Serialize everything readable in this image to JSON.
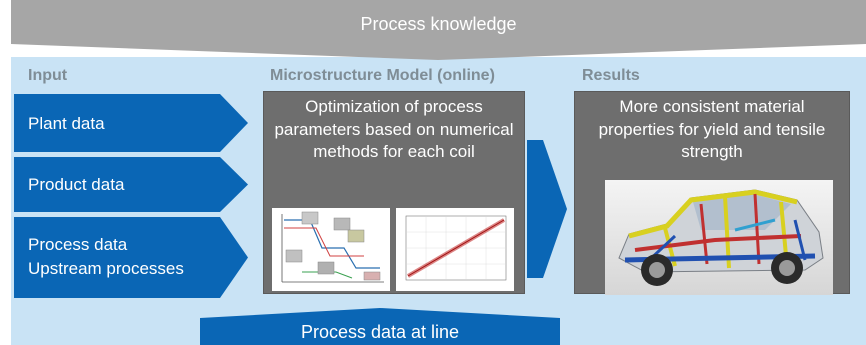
{
  "banner": {
    "text": "Process knowledge"
  },
  "columns": {
    "input": "Input",
    "model": "Microstructure Model (online)",
    "results": "Results"
  },
  "inputs": [
    {
      "label": "Plant data"
    },
    {
      "label": "Product data"
    },
    {
      "label": "Process data\nUpstream processes"
    }
  ],
  "model": {
    "text": "Optimization of process parameters based on numerical methods for each coil"
  },
  "results": {
    "text": "More consistent material properties for yield and tensile strength"
  },
  "bottom": {
    "text": "Process data at line"
  },
  "colors": {
    "arrow_blue": "#0a66b5",
    "box_gray": "#6e6e6e",
    "panel": "#c9e3f5",
    "banner_gray": "#a6a6a6"
  }
}
